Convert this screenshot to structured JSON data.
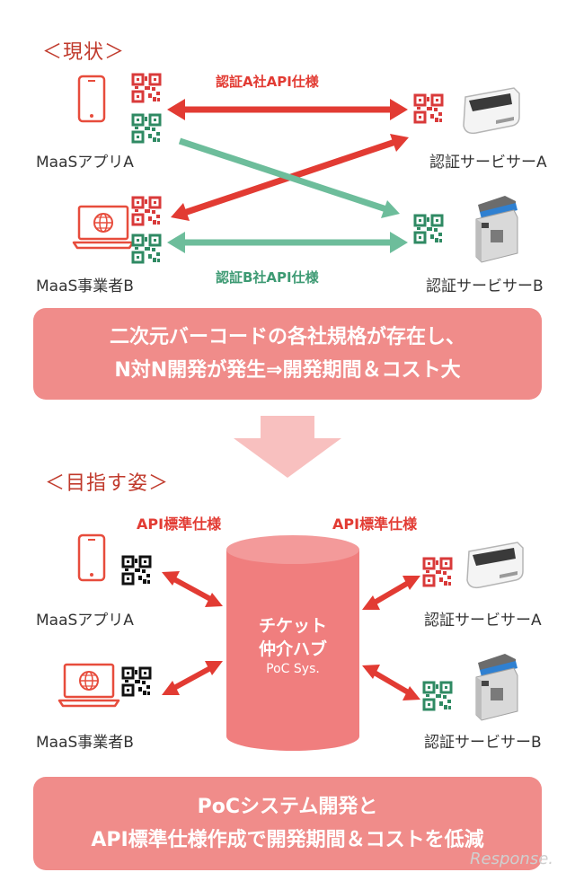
{
  "current": {
    "title": "＜現状＞",
    "app_a": "MaaSアプリA",
    "operator_b": "MaaS事業者B",
    "server_a": "認証サービサーA",
    "server_b": "認証サービサーB",
    "spec_a": "認証A社API仕様",
    "spec_b": "認証B社API仕様"
  },
  "banner1": {
    "line1": "二次元バーコードの各社規格が存在し、",
    "line2": "N対N開発が発生⇒開発期間＆コスト大"
  },
  "target": {
    "title": "＜目指す姿＞",
    "spec_left": "API標準仕様",
    "spec_right": "API標準仕様",
    "app_a": "MaaSアプリA",
    "operator_b": "MaaS事業者B",
    "server_a": "認証サービサーA",
    "server_b": "認証サービサーB",
    "hub_line1": "チケット",
    "hub_line2": "仲介ハブ",
    "hub_line3": "PoC Sys."
  },
  "banner2": {
    "line1": "PoCシステム開発と",
    "line2": "API標準仕様作成で開発期間＆コストを低減"
  },
  "watermark": "Response.",
  "colors": {
    "red": "#e23b33",
    "green": "#6dbd9b",
    "qr_red": "#d93a3a",
    "qr_green": "#2f8a63",
    "banner": "#f08c8a",
    "hub": "#f07e7e"
  },
  "icons": [
    "smartphone-icon",
    "laptop-globe-icon",
    "qr-code-icon",
    "payment-terminal-icon",
    "gate-reader-icon",
    "cylinder-database-icon"
  ]
}
